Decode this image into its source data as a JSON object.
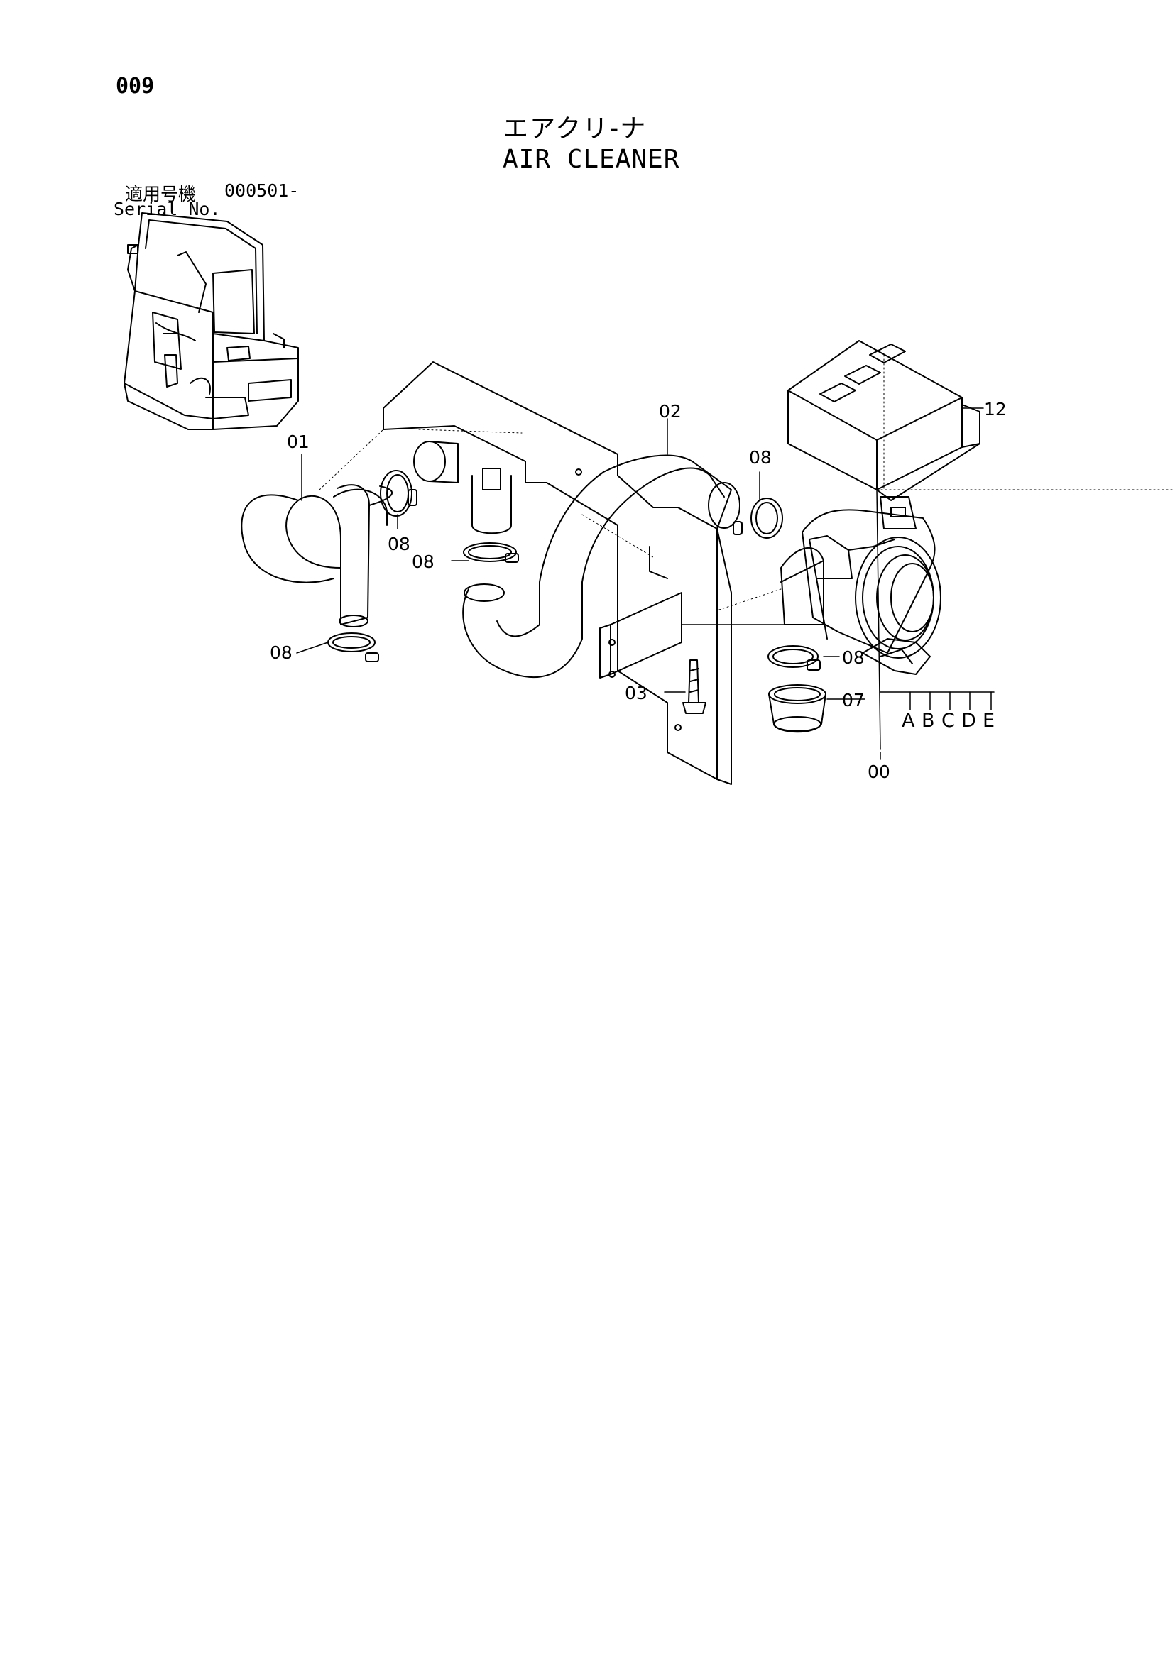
{
  "header": {
    "page_number": "009",
    "title_jp": "エアクリ-ナ",
    "title_en": "AIR CLEANER",
    "serial_label_jp": "適用号機",
    "serial_label_en": "Serial No.",
    "serial_value": "000501-"
  },
  "callouts": {
    "c01": "01",
    "c02": "02",
    "c03": "03",
    "c07": "07",
    "c00": "00",
    "c12": "12",
    "c08a": "08",
    "c08b": "08",
    "c08c": "08",
    "c08d": "08",
    "c08e": "08"
  },
  "variants": [
    "A",
    "B",
    "C",
    "D",
    "E"
  ],
  "colors": {
    "ink": "#000000",
    "paper": "#ffffff"
  }
}
